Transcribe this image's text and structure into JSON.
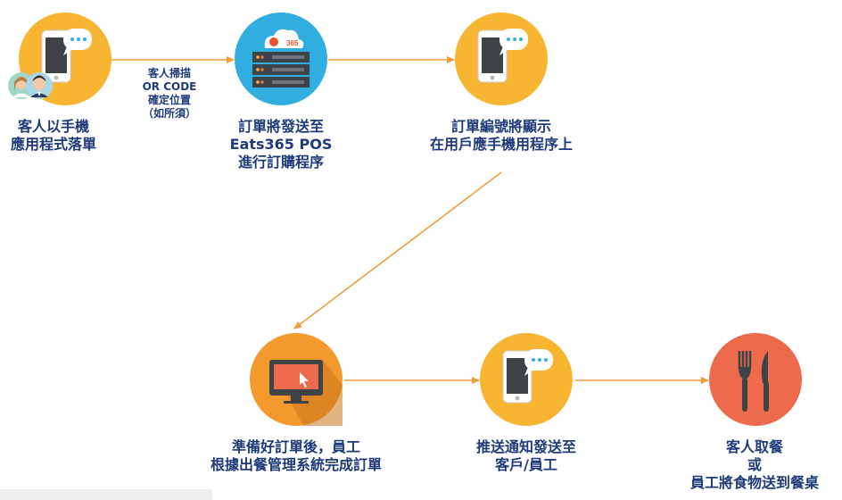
{
  "steps": [
    {
      "caption_line1": "客人以手機",
      "caption_line2": "應用程式落單",
      "color": "#f7b532",
      "icon": "phone-chat-icon"
    },
    {
      "caption_line1": "訂單將發送至",
      "caption_line2": "Eats365 POS",
      "caption_line3": "進行訂購程序",
      "color": "#31aee0",
      "icon": "server-cloud-icon"
    },
    {
      "caption_line1": "訂單編號將顯示",
      "caption_line2": "在用戶應手機用程序上",
      "color": "#f7b532",
      "icon": "phone-chat-icon"
    },
    {
      "caption_line1": "準備好訂單後，員工",
      "caption_line2": "根據出餐管理系統完成訂單",
      "color": "#f29a2e",
      "icon": "monitor-icon"
    },
    {
      "caption_line1": "推送通知發送至",
      "caption_line2": "客戶/員工",
      "color": "#f7b532",
      "icon": "phone-chat-icon"
    },
    {
      "caption_line1": "客人取餐",
      "caption_line2": "或",
      "caption_line3": "員工將食物送到餐桌",
      "color": "#ee6a4d",
      "icon": "fork-knife-icon"
    }
  ],
  "edge_label": {
    "line1": "客人掃描",
    "line2": "OR CODE",
    "line3": "確定位置",
    "line4": "（如所須）"
  },
  "colors": {
    "arrow": "#f39a3c",
    "text": "#1f3a7a"
  }
}
